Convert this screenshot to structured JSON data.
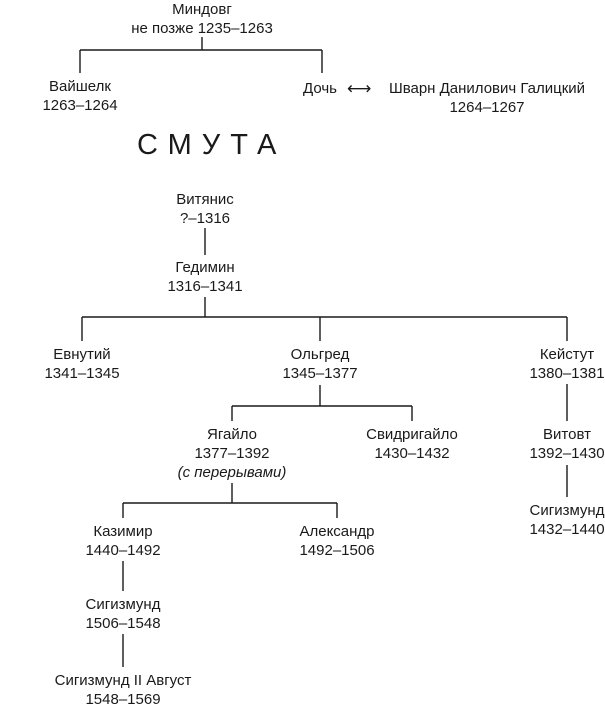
{
  "header": {
    "root": {
      "name": "Миндовг",
      "years": "не позже 1235–1263"
    },
    "son": {
      "name": "Вайшелк",
      "years": "1263–1264"
    },
    "daughter": {
      "name": "Дочь"
    },
    "marriage_symbol": "⟷",
    "spouse": {
      "name": "Шварн Данилович Галицкий",
      "years": "1264–1267"
    }
  },
  "caption": "СМУТА",
  "dynasty": {
    "vytenis": {
      "name": "Витянис",
      "years": "?–1316"
    },
    "gediminas": {
      "name": "Гедимин",
      "years": "1316–1341"
    },
    "jaunutis": {
      "name": "Евнутий",
      "years": "1341–1345"
    },
    "algirdas": {
      "name": "Ольгред",
      "years": "1345–1377"
    },
    "kestutis": {
      "name": "Кейстут",
      "years": "1380–1381"
    },
    "jogaila": {
      "name": "Ягайло",
      "years": "1377–1392",
      "note": "(с перерывами)"
    },
    "svitrigaila": {
      "name": "Свидригайло",
      "years": "1430–1432"
    },
    "vytautas": {
      "name": "Витовт",
      "years": "1392–1430"
    },
    "sigismund_k": {
      "name": "Сигизмунд",
      "years": "1432–1440"
    },
    "casimir": {
      "name": "Казимир",
      "years": "1440–1492"
    },
    "alexander": {
      "name": "Александр",
      "years": "1492–1506"
    },
    "sigismund_1": {
      "name": "Сигизмунд",
      "years": "1506–1548"
    },
    "sigismund_2": {
      "name": "Сигизмунд II Август",
      "years": "1548–1569"
    }
  }
}
